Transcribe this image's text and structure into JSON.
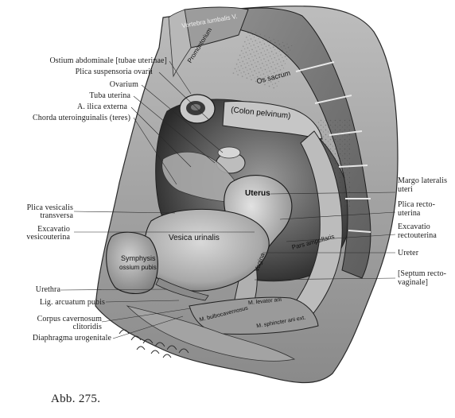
{
  "figure": {
    "caption": "Abb. 275."
  },
  "left_labels": [
    "Ostium abdominale [tubae uterinae]",
    "Plica suspensoria ovarii",
    "Ovarium",
    "Tuba uterina",
    "A. ilica externa",
    "Chorda uteroinguinalis (teres)",
    "Plica vesicalis",
    "transversa",
    "Excavatio",
    "vesicouterina",
    "Urethra",
    "Lig. arcuatum pubis",
    "Corpus cavernosum",
    "clitoridis",
    "Diaphragma urogenitale"
  ],
  "right_labels": [
    "Margo lateralis",
    "uteri",
    "Plica recto-",
    "uterina",
    "Excavatio",
    "rectouterina",
    "Ureter",
    "[Septum recto-",
    "vaginale]"
  ],
  "inside_labels": {
    "vertebra": "Vertebra lumbalis V.",
    "promontorium": "Promontorium",
    "os_sacrum": "Os sacrum",
    "colon": "(Colon pelvinum)",
    "uterus": "Uterus",
    "vesica": "Vesica urinalis",
    "pars_ampullaris": "Pars ampullaris",
    "vagina": "Vagina",
    "symphysis": "Symphysis",
    "ossium_pubis": "ossium pubis",
    "m_levator": "M. levator ani",
    "m_bulbo": "M. bulbocavernosus",
    "m_sphincter": "M. sphincter ani ext."
  }
}
